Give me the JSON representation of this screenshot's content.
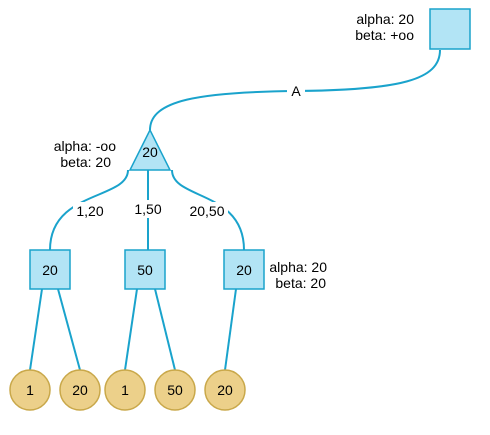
{
  "colors": {
    "edge": "#1aa3cc",
    "square_fill": "#b2e4f5",
    "square_stroke": "#1aa3cc",
    "leaf_fill": "#ecd08a",
    "leaf_stroke": "#c9a84a",
    "text": "#000000"
  },
  "nodes": {
    "root": {
      "shape": "square",
      "label": ""
    },
    "min": {
      "shape": "triangle",
      "label": "20"
    },
    "max_left": {
      "shape": "square",
      "label": "20"
    },
    "max_mid": {
      "shape": "square",
      "label": "50"
    },
    "max_right": {
      "shape": "square",
      "label": "20"
    },
    "leaves": [
      {
        "label": "1"
      },
      {
        "label": "20"
      },
      {
        "label": "1"
      },
      {
        "label": "50"
      },
      {
        "label": "20"
      }
    ]
  },
  "edges": {
    "root_to_min": "A",
    "min_to_left": "1,20",
    "min_to_mid": "1,50",
    "min_to_right": "20,50"
  },
  "annotations": {
    "root": {
      "alpha": "alpha: 20",
      "beta": "beta: +oo"
    },
    "min": {
      "alpha": "alpha: -oo",
      "beta": "beta: 20"
    },
    "max_right": {
      "alpha": "alpha: 20",
      "beta": "beta: 20"
    }
  }
}
